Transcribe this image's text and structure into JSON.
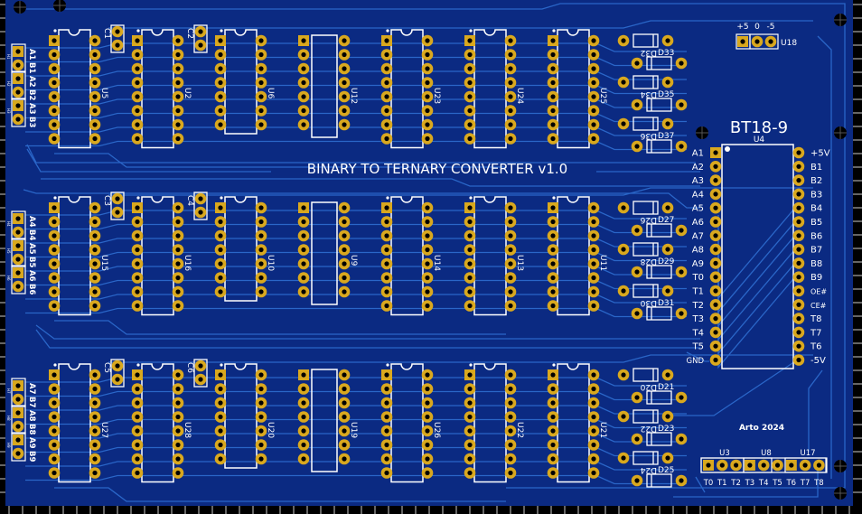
{
  "board": {
    "title": "BINARY TO TERNARY CONVERTER v1.0",
    "author": "Arto 2024",
    "main_chip_name": "BT18-9",
    "colors": {
      "substrate": "#0b2a82",
      "trace": "#2a66c8",
      "pad": "#d9a81e",
      "silk": "#ffffff",
      "frame": "#000000"
    }
  },
  "ic_rows": [
    {
      "ics": [
        "U5",
        "U2",
        "U6",
        "U12",
        "U23",
        "U24",
        "U25"
      ],
      "caps": [
        "C1",
        "C2"
      ],
      "diodes": [
        "D32",
        "D33",
        "D34",
        "D35",
        "D36",
        "D37"
      ],
      "connector_labels": [
        "A1",
        "B1",
        "A2",
        "B2",
        "A3",
        "B3"
      ],
      "header_labels": [
        "H1",
        "H2",
        "H3"
      ]
    },
    {
      "ics": [
        "U15",
        "U16",
        "U10",
        "U9",
        "U14",
        "U13",
        "U11"
      ],
      "caps": [
        "C3",
        "C4"
      ],
      "diodes": [
        "D26",
        "D27",
        "D28",
        "D29",
        "D30",
        "D31"
      ],
      "connector_labels": [
        "A4",
        "B4",
        "A5",
        "B5",
        "A6",
        "B6"
      ],
      "header_labels": [
        "H4",
        "H5",
        "H6"
      ]
    },
    {
      "ics": [
        "U27",
        "U28",
        "U20",
        "U19",
        "U26",
        "U22",
        "U21"
      ],
      "caps": [
        "C5",
        "C6"
      ],
      "diodes": [
        "D20",
        "D21",
        "D22",
        "D23",
        "D24",
        "D25"
      ],
      "connector_labels": [
        "A7",
        "B7",
        "A8",
        "B8",
        "A9",
        "B9"
      ],
      "header_labels": [
        "H7",
        "H8",
        "H9"
      ]
    }
  ],
  "main_chip": {
    "ref": "U4",
    "left_pins": [
      "A1",
      "A2",
      "A3",
      "A4",
      "A5",
      "A6",
      "A7",
      "A8",
      "A9",
      "T0",
      "T1",
      "T2",
      "T3",
      "T4",
      "T5",
      "GND"
    ],
    "right_pins": [
      "+5V",
      "B1",
      "B2",
      "B3",
      "B4",
      "B5",
      "B6",
      "B7",
      "B8",
      "B9",
      "OE#",
      "CE#",
      "T8",
      "T7",
      "T6",
      "-5V"
    ]
  },
  "power_connector": {
    "ref": "U18",
    "labels": [
      "+5",
      "0",
      "-5"
    ]
  },
  "output_connector": {
    "groups": [
      "U3",
      "U8",
      "U17"
    ],
    "pins": [
      "T0",
      "T1",
      "T2",
      "T3",
      "T4",
      "T5",
      "T6",
      "T7",
      "T8"
    ]
  }
}
